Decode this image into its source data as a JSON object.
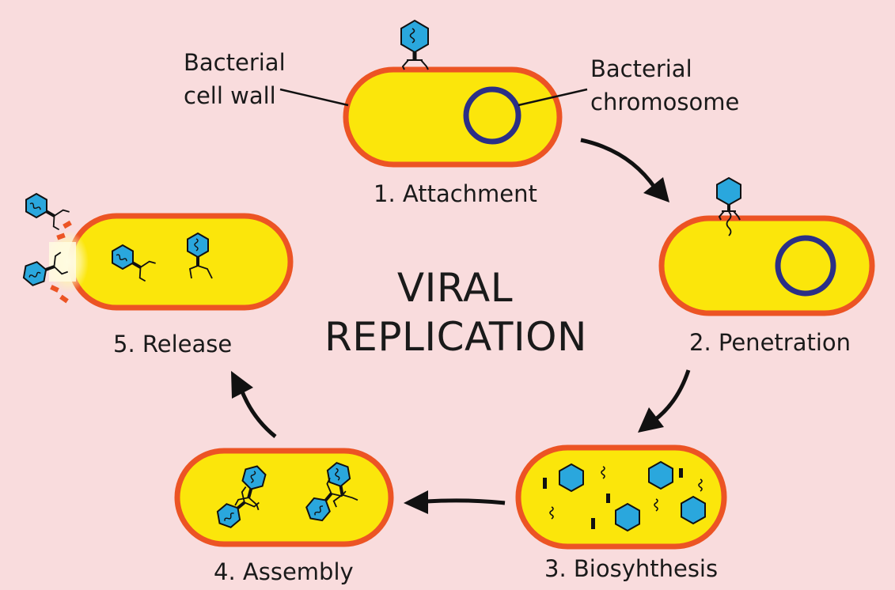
{
  "title": {
    "line1": "VIRAL",
    "line2": "REPLICATION"
  },
  "callouts": {
    "cell_wall": {
      "line1": "Bacterial",
      "line2": "cell wall"
    },
    "chromosome": {
      "line1": "Bacterial",
      "line2": "chromosome"
    }
  },
  "stages": [
    {
      "label": "1. Attachment"
    },
    {
      "label": "2. Penetration"
    },
    {
      "label": "3. Biosyhthesis"
    },
    {
      "label": "4. Assembly"
    },
    {
      "label": "5. Release"
    }
  ],
  "colors": {
    "background": "#f9dcdd",
    "cell_fill": "#fbe60b",
    "cell_wall": "#ec5424",
    "chromosome": "#2b2f86",
    "phage_head": "#2aa7dd",
    "arrow": "#111111"
  }
}
